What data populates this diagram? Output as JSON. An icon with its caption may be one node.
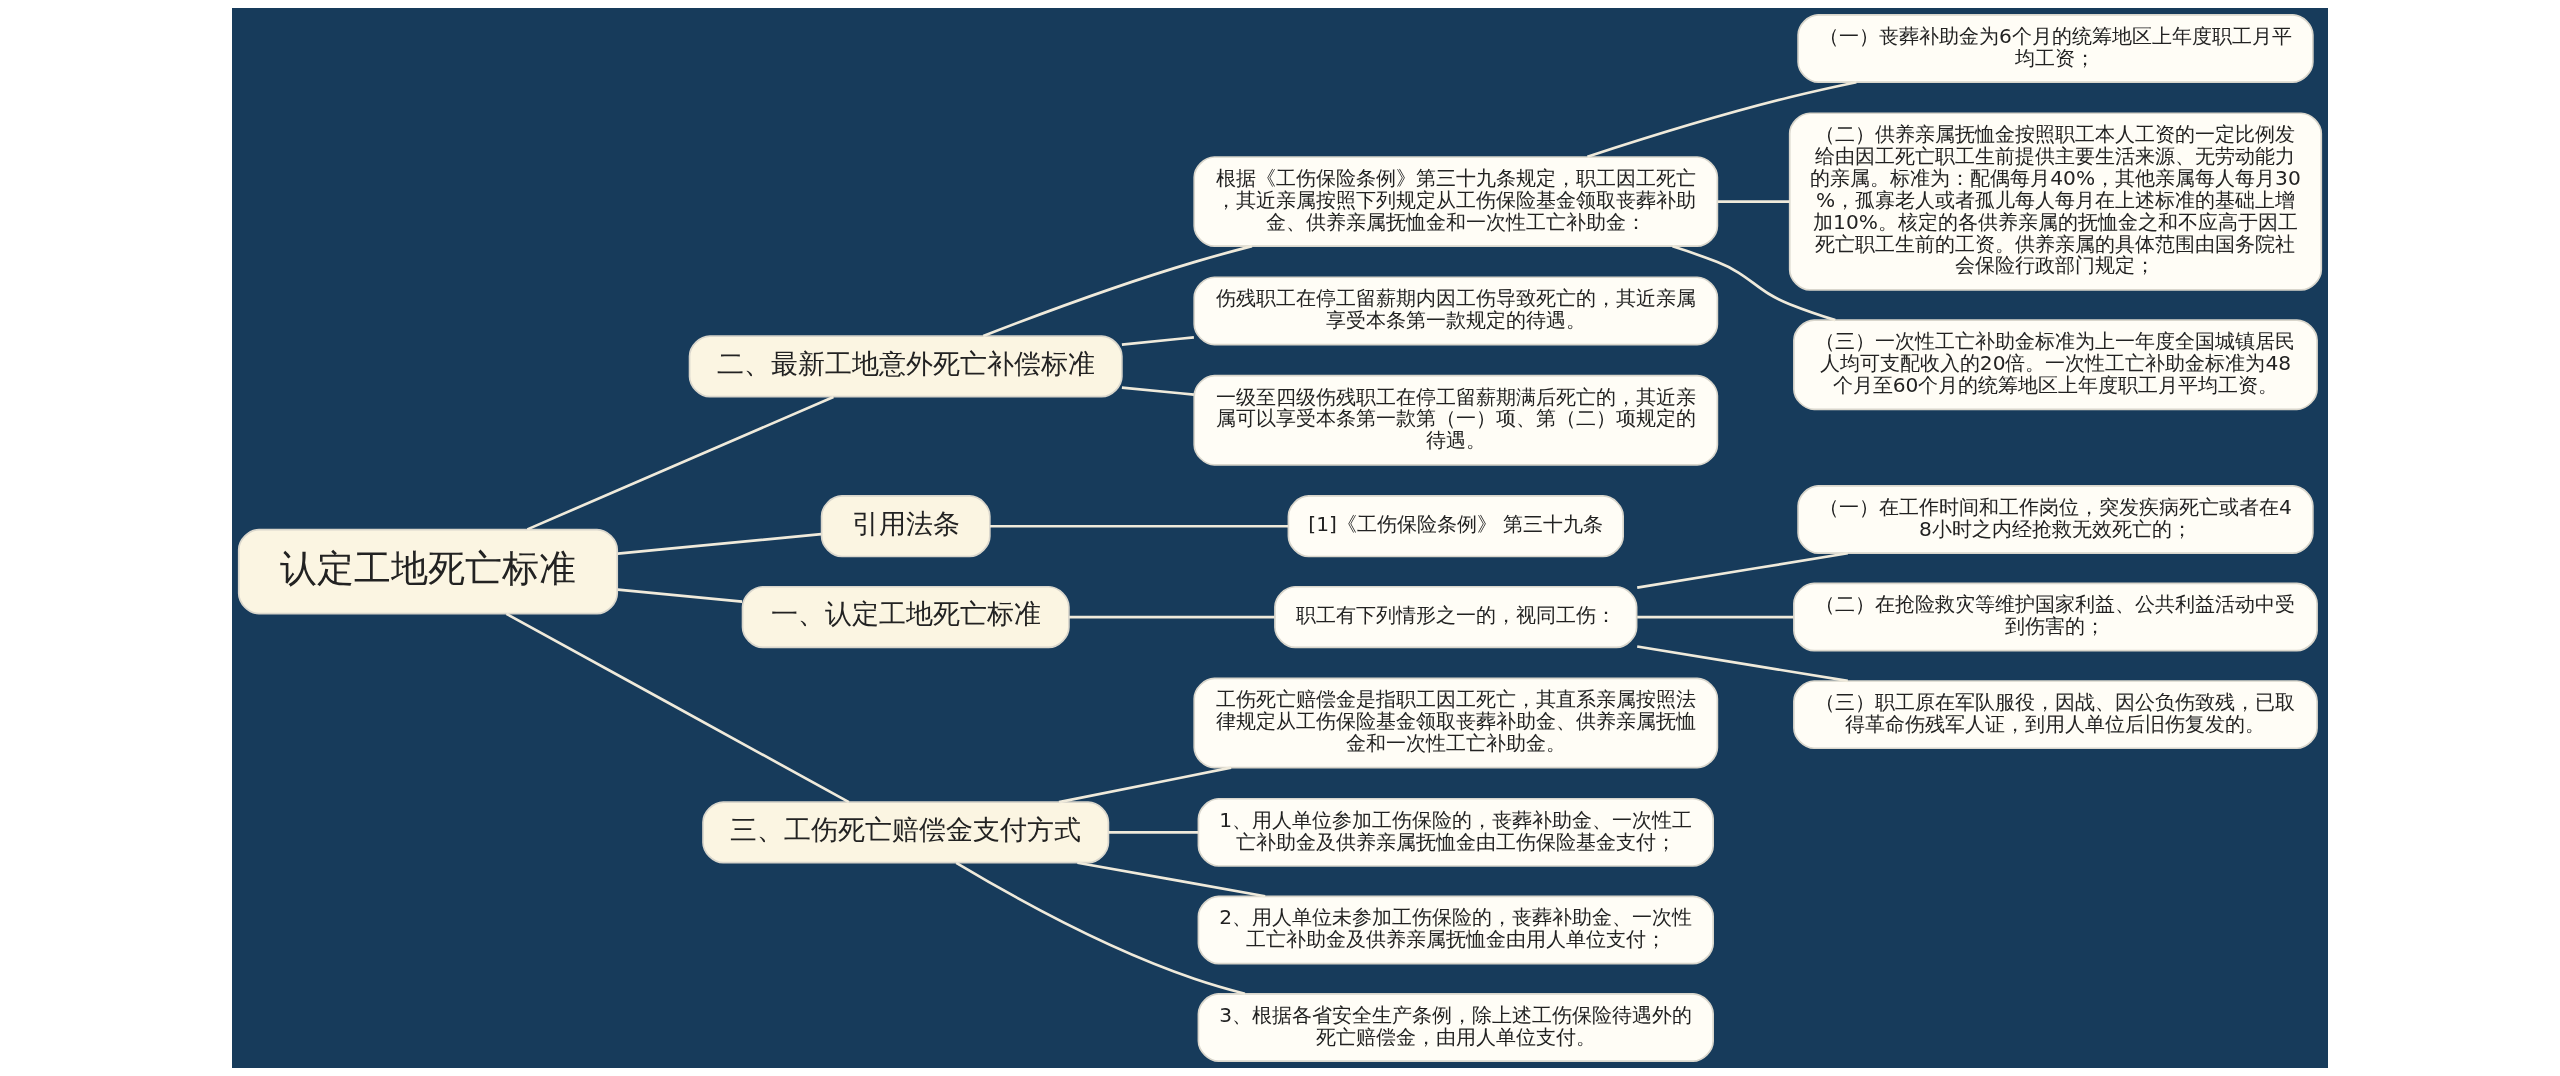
{
  "diagram": {
    "nodes": [
      {
        "text": [
          "认定工地死亡标准"
        ]
      },
      {
        "text": [
          "二、最新工地意外死亡补偿标准"
        ]
      },
      {
        "text": [
          "根据《工伤保险条例》第三十九条规定，职工因工死亡，其近亲属按照下列规定从工伤保险基金领取丧葬补助金、供养亲属抚恤金和一次性工亡补助金："
        ]
      },
      {
        "text": [
          "（一）丧葬补助金为6个月的统筹地区上年度职工月平均工资；"
        ]
      },
      {
        "text": [
          "（二）供养亲属抚恤金按照职工本人工资的一定比例发给由因工死亡职工生前提供主要生活来源、无劳动能力的亲属。标准为：配偶每月40%，其他亲属每人每月30%，孤寡老人或者孤儿每人每月在上述标准的基础上增加10%。核定的各供养亲属的抚恤金之和不应高于因工死亡职工生前的工资。供养亲属的具体范围由国务院社会保险行政部门规定；"
        ]
      },
      {
        "text": [
          "（三）一次性工亡补助金标准为上一年度全国城镇居民人均可支配收入的20倍。一次性工亡补助金标准为48个月至60个月的统筹地区上年度职工月平均工资。"
        ]
      },
      {
        "text": [
          "伤残职工在停工留薪期内因工伤导致死亡的，其近亲属享受本条第一款规定的待遇。"
        ]
      },
      {
        "text": [
          "一级至四级伤残职工在停工留薪期满后死亡的，其近亲属可以享受本条第一款第（一）项、第（二）项规定的待遇。"
        ]
      },
      {
        "text": [
          "引用法条"
        ]
      },
      {
        "text": [
          "[1]《工伤保险条例》 第三十九条"
        ]
      },
      {
        "text": [
          "一、认定工地死亡标准"
        ]
      },
      {
        "text": [
          "职工有下列情形之一的，视同工伤："
        ]
      },
      {
        "text": [
          "（一）在工作时间和工作岗位，突发疾病死亡或者在48小时之内经抢救无效死亡的；"
        ]
      },
      {
        "text": [
          "（二）在抢险救灾等维护国家利益、公共利益活动中受到伤害的；"
        ]
      },
      {
        "text": [
          "（三）职工原在军队服役，因战、因公负伤致残，已取得革命伤残军人证，到用人单位后旧伤复发的。"
        ]
      },
      {
        "text": [
          "三、工伤死亡赔偿金支付方式"
        ]
      },
      {
        "text": [
          "工伤死亡赔偿金是指职工因工死亡，其直系亲属按照法律规定从工伤保险基金领取丧葬补助金、供养亲属抚恤金和一次性工亡补助金。"
        ]
      },
      {
        "text": [
          "1、用人单位参加工伤保险的，丧葬补助金、一次性工亡补助金及供养亲属抚恤金由工伤保险基金支付；"
        ]
      },
      {
        "text": [
          "2、用人单位未参加工伤保险的，丧葬补助金、一次性工亡补助金及供养亲属抚恤金由用人单位支付；"
        ]
      },
      {
        "text": [
          "3、根据各省安全生产条例，除上述工伤保险待遇外的死亡赔偿金，由用人单位支付。"
        ]
      }
    ],
    "edges": [
      {
        "from": 0,
        "to": 1,
        "arrow": "none"
      },
      {
        "from": 1,
        "to": 2,
        "arrow": "none"
      },
      {
        "from": 2,
        "to": 3,
        "arrow": "none"
      },
      {
        "from": 2,
        "to": 4,
        "arrow": "none"
      },
      {
        "from": 2,
        "to": 5,
        "arrow": "none"
      },
      {
        "from": 1,
        "to": 6,
        "arrow": "none"
      },
      {
        "from": 1,
        "to": 7,
        "arrow": "none"
      },
      {
        "from": 0,
        "to": 8,
        "arrow": "none"
      },
      {
        "from": 8,
        "to": 9,
        "arrow": "none"
      },
      {
        "from": 0,
        "to": 10,
        "arrow": "none"
      },
      {
        "from": 10,
        "to": 11,
        "arrow": "none"
      },
      {
        "from": 11,
        "to": 12,
        "arrow": "none"
      },
      {
        "from": 11,
        "to": 13,
        "arrow": "none"
      },
      {
        "from": 11,
        "to": 14,
        "arrow": "none"
      },
      {
        "from": 0,
        "to": 15,
        "arrow": "none"
      },
      {
        "from": 15,
        "to": 16,
        "arrow": "none"
      },
      {
        "from": 15,
        "to": 17,
        "arrow": "none"
      },
      {
        "from": 15,
        "to": 18,
        "arrow": "none"
      },
      {
        "from": 15,
        "to": 19,
        "arrow": "none"
      }
    ]
  }
}
